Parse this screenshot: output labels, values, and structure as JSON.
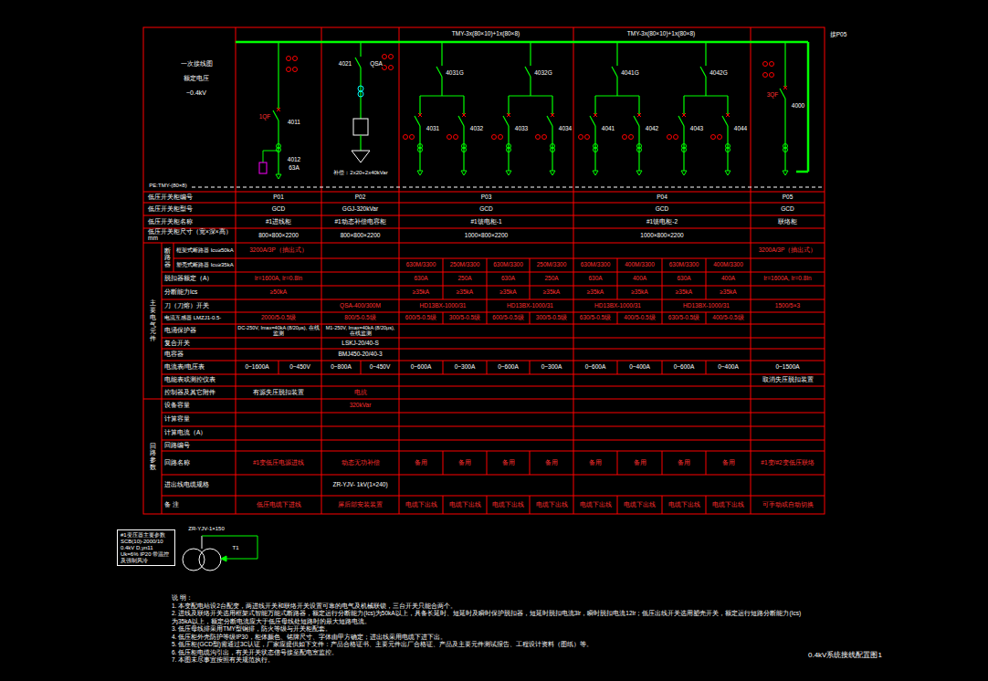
{
  "diagram": {
    "title": "0.4kV系统接线配置图1",
    "nodes": [
      {
        "text": [
          "#1变压器主要参数",
          "SCB(10)-2000/10 0.4kV D,yn11 Uk=6% IP20 带温控及强制风冷"
        ]
      }
    ],
    "labels": [
      "一次接线图",
      "额定电压",
      "~0.4kV",
      "TMY-3x(80×10)+1x(80×8)",
      "TMY-3x(80×10)+1x(80×8)",
      "接P05",
      "PE:TMY-(80×8)",
      "1QF",
      "4011",
      "4012",
      "63A",
      "4021",
      "QSA",
      "补偿：2x20+2x40kVar",
      "4031G",
      "4032G",
      "4031",
      "4032",
      "4033",
      "4034",
      "4041G",
      "4042G",
      "4041",
      "4042",
      "4043",
      "4044",
      "3QF",
      "4000",
      "低压开关柜编号",
      "P01",
      "P02",
      "P03",
      "P04",
      "P05",
      "低压开关柜型号",
      "GCD",
      "GGJ-320kVar",
      "GCD",
      "GCD",
      "GCD",
      "低压开关柜名称",
      "#1进线柜",
      "#1动态补偿电容柜",
      "#1馈电柜-1",
      "#1馈电柜-2",
      "联络柜",
      "低压开关柜尺寸（宽×深×高）mm",
      "800×800×2200",
      "800×800×2200",
      "1000×800×2200",
      "1000×800×2200",
      "框架式断路器 Icu≥50kA",
      "3200A/3P（抽出式）",
      "3200A/3P（抽出式）",
      "塑壳式断路器 Icu≥35kA",
      "630M/3300",
      "250M/3300",
      "630M/3300",
      "250M/3300",
      "630M/3300",
      "400M/3300",
      "630M/3300",
      "400M/3300",
      "脱扣器额定（A）",
      "Ir=1600A, Ir=0.8In",
      "630A",
      "250A",
      "630A",
      "250A",
      "630A",
      "400A",
      "630A",
      "400A",
      "Ir=1600A, Ir=0.8In",
      "分断能力Ics",
      "≥50kA",
      "≥35kA",
      "≥35kA",
      "≥35kA",
      "≥35kA",
      "≥35kA",
      "≥35kA",
      "≥35kA",
      "≥35kA",
      "刀（刀熔）开关",
      "QSA-400/300M",
      "HD13BX-1000/31",
      "HD13BX-1000/31",
      "HD13BX-1000/31",
      "HD13BX-1000/31",
      "1500/5×3",
      "电流互感器 LMZJ1-0.5-",
      "2000/5-0.5级",
      "800/5-0.5级",
      "600/5-0.5级",
      "300/5-0.5级",
      "600/5-0.5级",
      "300/5-0.5级",
      "630/5-0.5级",
      "400/5-0.5级",
      "630/5-0.5级",
      "400/5-0.5级",
      "电涌保护器",
      "DC-250V, Imax=40kA (8/20μs), 在线监测",
      "M1-250V, Imax=40kA (8/20μs), 在线监测",
      "复合开关",
      "LSKJ-20/40-S",
      "电容器",
      "BMJ450-20/40-3",
      "电流表/电压表",
      "0~1600A",
      "0~450V",
      "0~800A",
      "0~450V",
      "0~600A",
      "0~300A",
      "0~600A",
      "0~300A",
      "0~600A",
      "0~400A",
      "0~600A",
      "0~400A",
      "0~1500A",
      "电能表或测控仪表",
      "取消失压脱扣装置",
      "控制器及其它附件",
      "有源失压脱扣装置",
      "电抗",
      "设备容量",
      "320kVar",
      "计算容量",
      "计算电流（A）",
      "回路编号",
      "回路名称",
      "#1变低压电源进线",
      "动态无功补偿",
      "备用",
      "备用",
      "备用",
      "备用",
      "备用",
      "备用",
      "备用",
      "备用",
      "#1变/#2变低压联络",
      "进出线电缆规格",
      "ZR-YJV- 1kV(1×240)",
      "备 注",
      "低压电缆下进线",
      "屏后部安装装置",
      "电缆下出线",
      "电缆下出线",
      "电缆下出线",
      "电缆下出线",
      "电缆下出线",
      "电缆下出线",
      "电缆下出线",
      "电缆下出线",
      "可手动或自动切换",
      "主要电气元件",
      "回路参数",
      "断路器",
      "ZR-YJV-1×150",
      "T1",
      "说 明：",
      "1. 本变配电站设2台配变，两进线开关和联络开关设置可靠的电气及机械联锁，三台开关只能合两个。",
      "2. 进线及联络开关选用框架式智能万能式断路器，额定运行分断能力(Ics)为50kA以上，具备长延时、短延时及瞬时保护脱扣器，短延时脱扣电流3Ir，瞬时脱扣电流12Ir；低压出线开关选用塑壳开关，额定运行短路分断能力(Ics)为35kA以上，额定分断电流应大于低压母线处短路时的最大短路电流。",
      "3. 低压母线排采用TMY型铜排，防火等级与开关柜配套。",
      "4. 低压柜外壳防护等级IP30，柜体颜色、铭牌尺寸、字体由甲方确定；进出线采用电缆下进下出。",
      "5. 低压柜(GCD型)需通过3C认证，厂家应提供如下文件：产品合格证书、主要元件出厂合格证、产品及主要元件测试报告、工程设计资料（图纸）等。",
      "6. 低压柜电缆沟引出，有关开关状态信号接至配电室监控。",
      "7. 本图未尽事宜按照有关规范执行。"
    ]
  }
}
